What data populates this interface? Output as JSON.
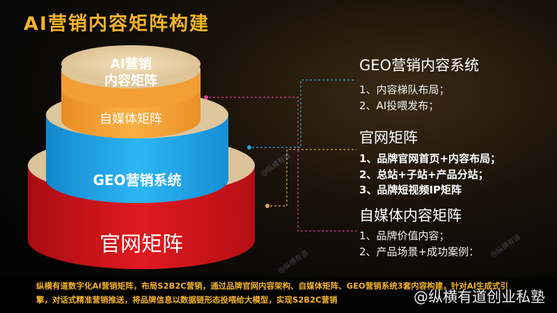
{
  "title": "AI营销内容矩阵构建",
  "cake": {
    "top_line1": "AI营销",
    "top_line2": "内容矩阵",
    "orange": "自媒体矩阵",
    "blue": "GEO营销系统",
    "red": "官网矩阵"
  },
  "sections": [
    {
      "title": "GEO营销内容系统",
      "items": [
        "1、内容梯队布局；",
        "2、AI投喂发布；"
      ]
    },
    {
      "title": "官网矩阵",
      "items": [
        "1、品牌官网首页+内容布局；",
        "2、总站+子站+产品分站；",
        "3、品牌短视频IP矩阵"
      ]
    },
    {
      "title": "自媒体内容矩阵",
      "items": [
        "1、品牌价值内容；",
        "2、产品场景+成功案例："
      ]
    }
  ],
  "bottom_text": "纵横有道数字化AI营销矩阵，布局S2B2C营销，通过品牌官网内容架构、自媒体矩阵、GEO营销系统3套内容构建，针对AI生成式引擎，对话式精准营销推送，将品牌信息以数据链形态投喂给大模型，实现S2B2C营销",
  "watermark": "@纵横有道创业私塾",
  "small_watermark": "@纵横有道",
  "colors": {
    "title": "#f3b32a",
    "top_tier": "#e9d2a8",
    "orange_tier": "#f5a43a",
    "blue_tier": "#1fa9ef",
    "red_tier": "#d8161c",
    "cyan_connector": "#29a8e0",
    "orange_connector": "#d9a860",
    "pink_connector": "#e0409a"
  }
}
